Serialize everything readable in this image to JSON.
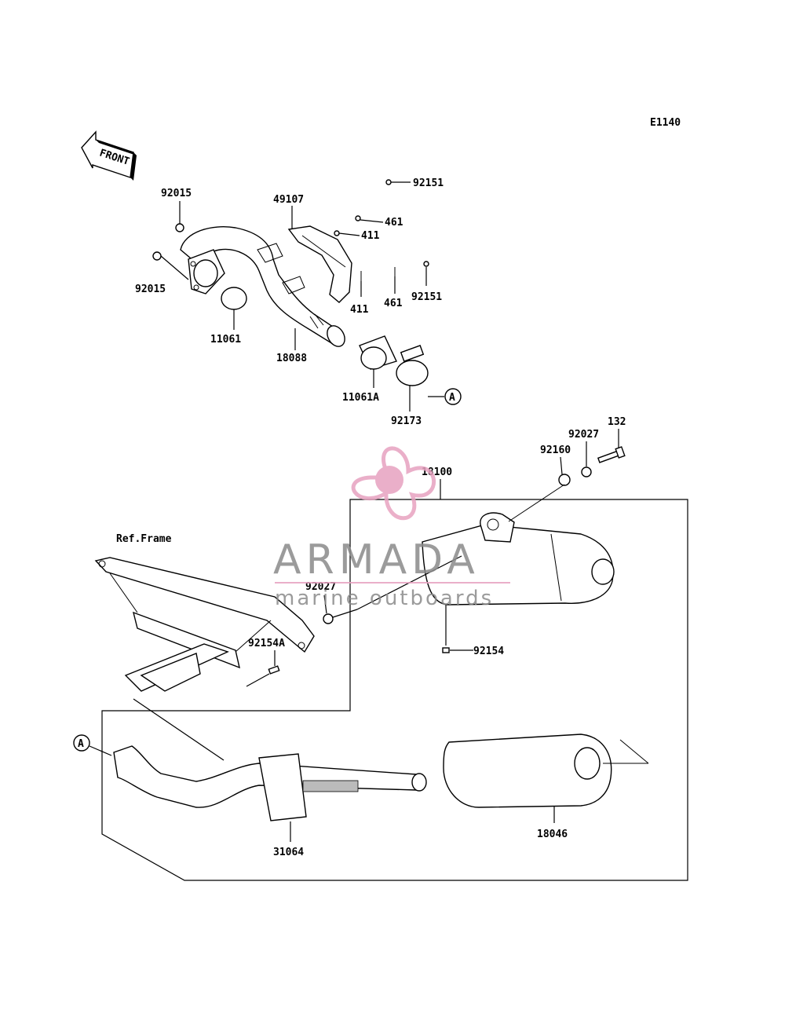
{
  "diagram_code": "E1140",
  "front_arrow_label": "FRONT",
  "ref_frame_label": "Ref.Frame",
  "ref_marker": "A",
  "parts": {
    "p92015_top": "92015",
    "p92015_bottom": "92015",
    "p49107": "49107",
    "p92151_top": "92151",
    "p461_top": "461",
    "p411_top": "411",
    "p411_bottom": "411",
    "p461_bottom": "461",
    "p92151_bottom": "92151",
    "p11061": "11061",
    "p18088": "18088",
    "p11061A": "11061A",
    "p92173": "92173",
    "p132": "132",
    "p92027_right": "92027",
    "p92160": "92160",
    "p18100": "18100",
    "p92027_left": "92027",
    "p92154": "92154",
    "p92154A": "92154A",
    "p18046": "18046",
    "p31064": "31064"
  },
  "watermark": {
    "brand": "ARMADA",
    "tagline": "marine outboards",
    "color_logo": "#e7a2c0",
    "color_text": "#8a8a8a"
  }
}
